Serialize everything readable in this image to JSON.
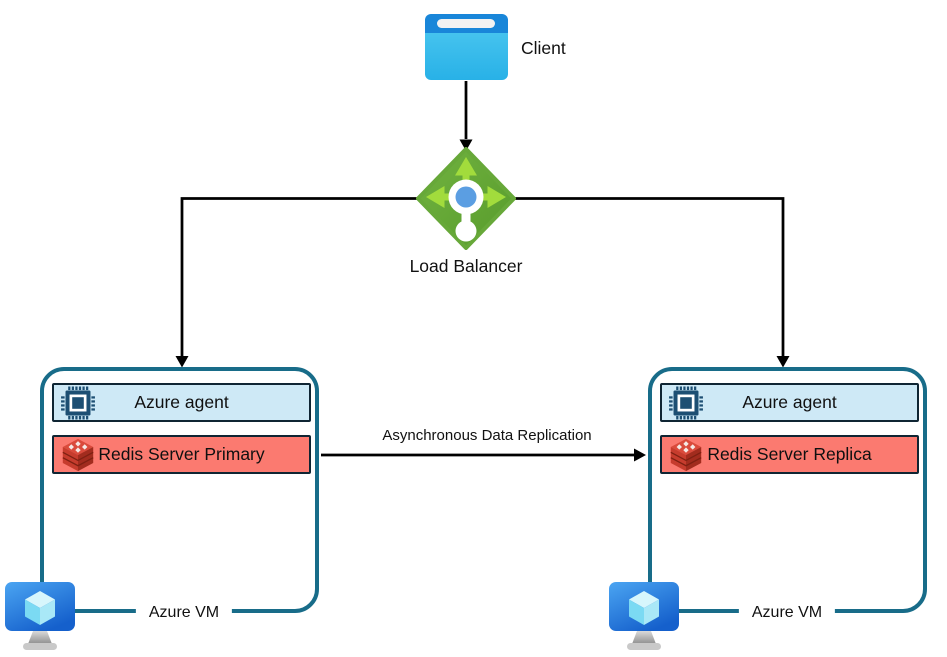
{
  "client": {
    "label": "Client",
    "icon": "browser-window-icon"
  },
  "load_balancer": {
    "label": "Load Balancer",
    "icon": "load-balancer-icon"
  },
  "replication_arrow": {
    "label": "Asynchronous Data Replication"
  },
  "vms": [
    {
      "agent": {
        "label": "Azure agent",
        "icon": "cpu-chip-icon"
      },
      "redis": {
        "label": "Redis Server Primary",
        "icon": "redis-icon"
      },
      "vm_label": "Azure VM",
      "vm_icon": "azure-vm-monitor-icon"
    },
    {
      "agent": {
        "label": "Azure agent",
        "icon": "cpu-chip-icon"
      },
      "redis": {
        "label": "Redis Server Replica",
        "icon": "redis-icon"
      },
      "vm_label": "Azure VM",
      "vm_icon": "azure-vm-monitor-icon"
    }
  ],
  "colors": {
    "connector": "#000000",
    "vm_box_border": "#186C89",
    "agent_bar_fill": "#CEE9F6",
    "redis_bar_fill": "#FB7A70",
    "bar_border": "#0F2533",
    "lb_diamond_green": "#67A839",
    "lb_arrow_green": "#A2DC3C",
    "lb_dot_blue": "#5B9EE2",
    "client_header_blue": "#1986D9",
    "client_body_cyan": "#36BCEA",
    "vm_screen_blue": "#2F7FE3"
  }
}
